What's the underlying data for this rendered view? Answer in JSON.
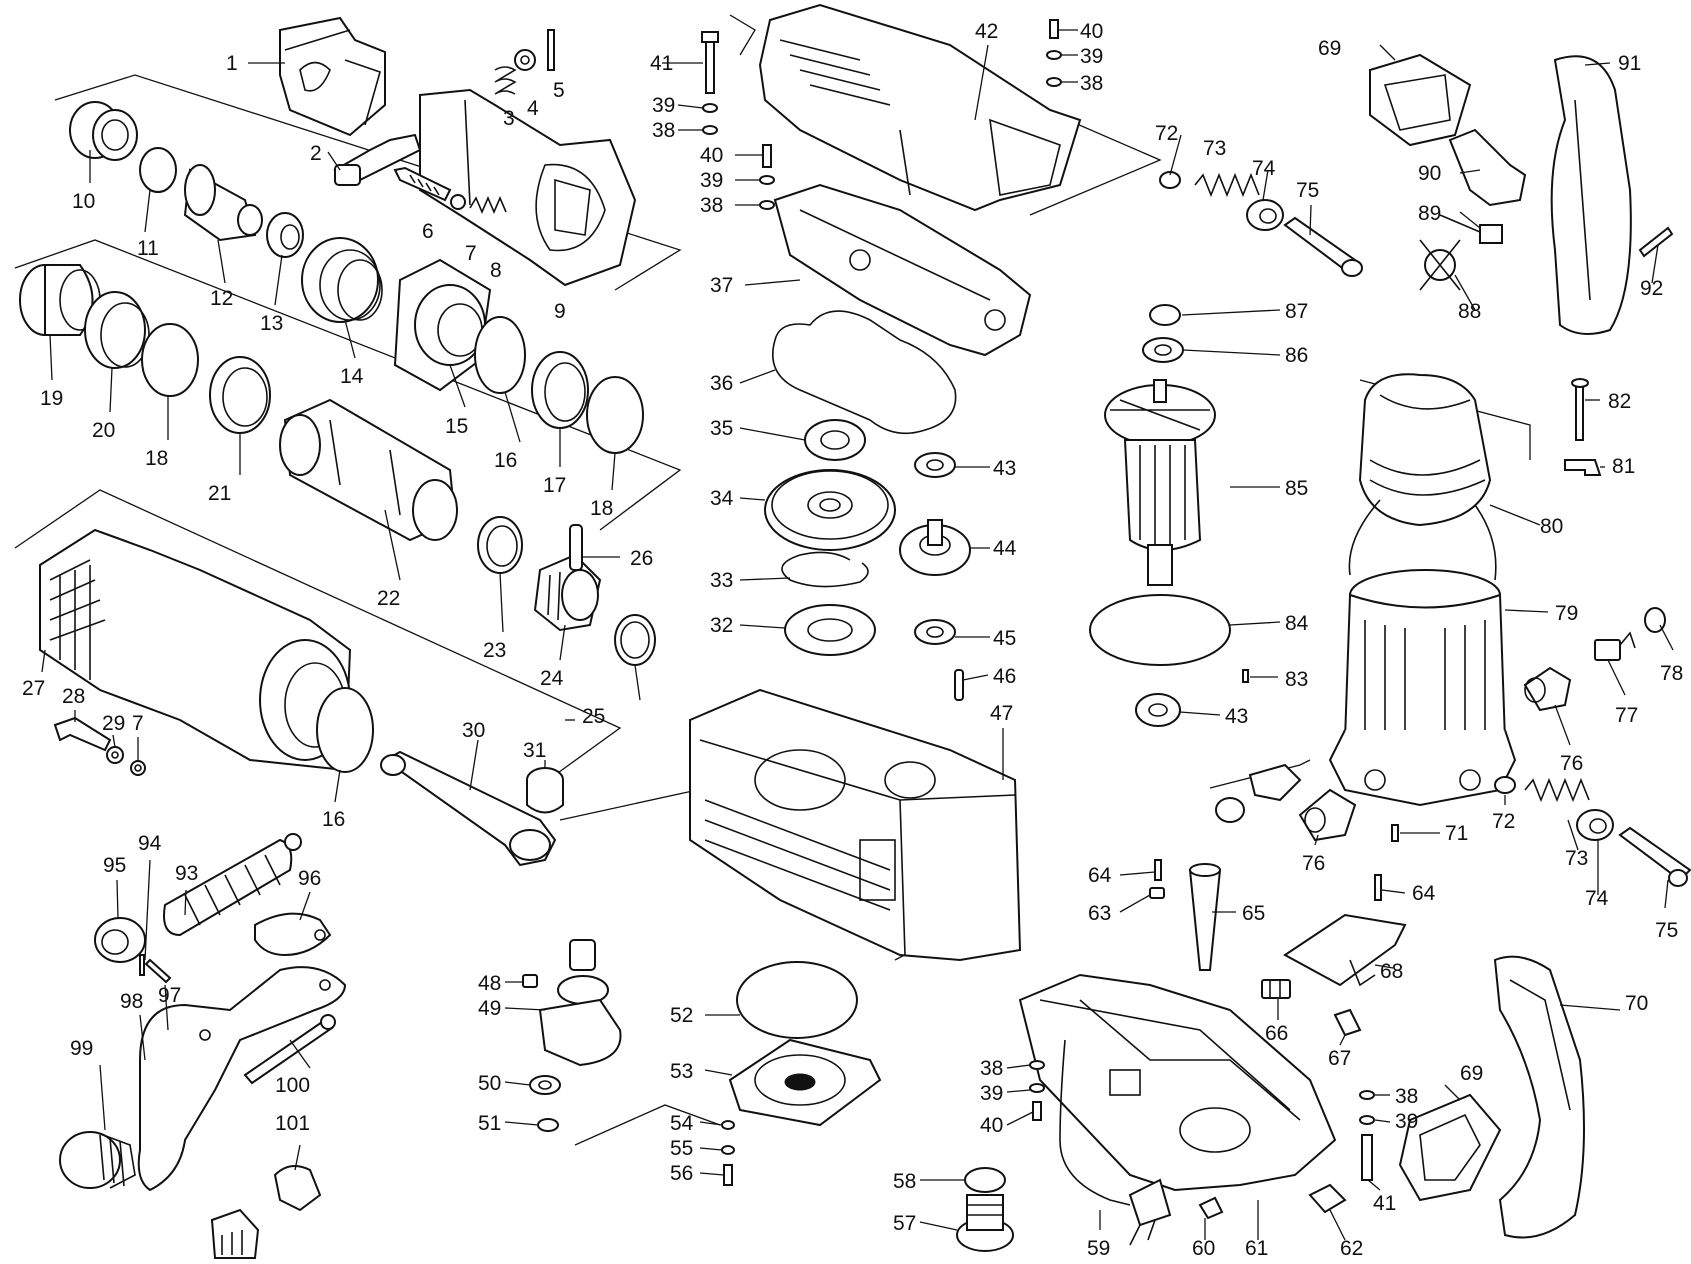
{
  "colors": {
    "ink": "#111111",
    "paper": "#ffffff"
  },
  "labels": {
    "1": "1",
    "2": "2",
    "3": "3",
    "4": "4",
    "5": "5",
    "6": "6",
    "7": "7",
    "8": "8",
    "9": "9",
    "10": "10",
    "11": "11",
    "12": "12",
    "13": "13",
    "14": "14",
    "15": "15",
    "16": "16",
    "17": "17",
    "18": "18",
    "19": "19",
    "20": "20",
    "21": "21",
    "22": "22",
    "23": "23",
    "24": "24",
    "25": "25",
    "26": "26",
    "27": "27",
    "28": "28",
    "29": "29",
    "30": "30",
    "31": "31",
    "32": "32",
    "33": "33",
    "34": "34",
    "35": "35",
    "36": "36",
    "37": "37",
    "38": "38",
    "39": "39",
    "40": "40",
    "41": "41",
    "42": "42",
    "43": "43",
    "44": "44",
    "45": "45",
    "46": "46",
    "47": "47",
    "48": "48",
    "49": "49",
    "50": "50",
    "51": "51",
    "52": "52",
    "53": "53",
    "54": "54",
    "55": "55",
    "56": "56",
    "57": "57",
    "58": "58",
    "59": "59",
    "60": "60",
    "61": "61",
    "62": "62",
    "63": "63",
    "64": "64",
    "65": "65",
    "66": "66",
    "67": "67",
    "68": "68",
    "69": "69",
    "70": "70",
    "71": "71",
    "72": "72",
    "73": "73",
    "74": "74",
    "75": "75",
    "76": "76",
    "77": "77",
    "78": "78",
    "79": "79",
    "80": "80",
    "81": "81",
    "82": "82",
    "83": "83",
    "84": "84",
    "85": "85",
    "86": "86",
    "87": "87",
    "88": "88",
    "89": "89",
    "90": "90",
    "91": "91",
    "92": "92",
    "93": "93",
    "94": "94",
    "95": "95",
    "96": "96",
    "97": "97",
    "98": "98",
    "99": "99",
    "100": "100",
    "101": "101"
  }
}
